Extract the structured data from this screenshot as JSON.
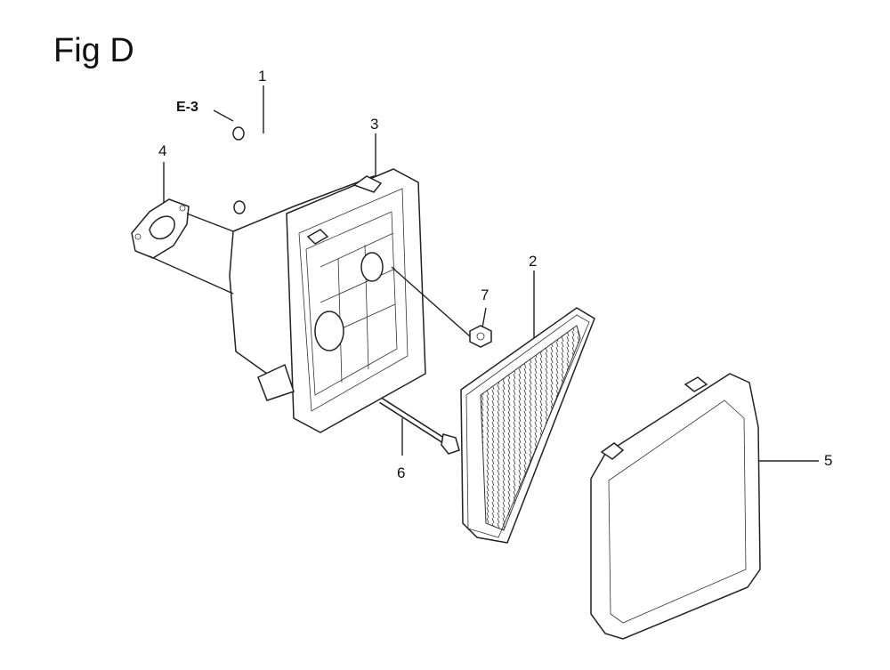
{
  "figure": {
    "title": "Fig D",
    "reference": "E-3"
  },
  "callouts": [
    {
      "id": "1",
      "label": "1"
    },
    {
      "id": "2",
      "label": "2"
    },
    {
      "id": "3",
      "label": "3"
    },
    {
      "id": "4",
      "label": "4"
    },
    {
      "id": "5",
      "label": "5"
    },
    {
      "id": "6",
      "label": "6"
    },
    {
      "id": "7",
      "label": "7"
    }
  ]
}
